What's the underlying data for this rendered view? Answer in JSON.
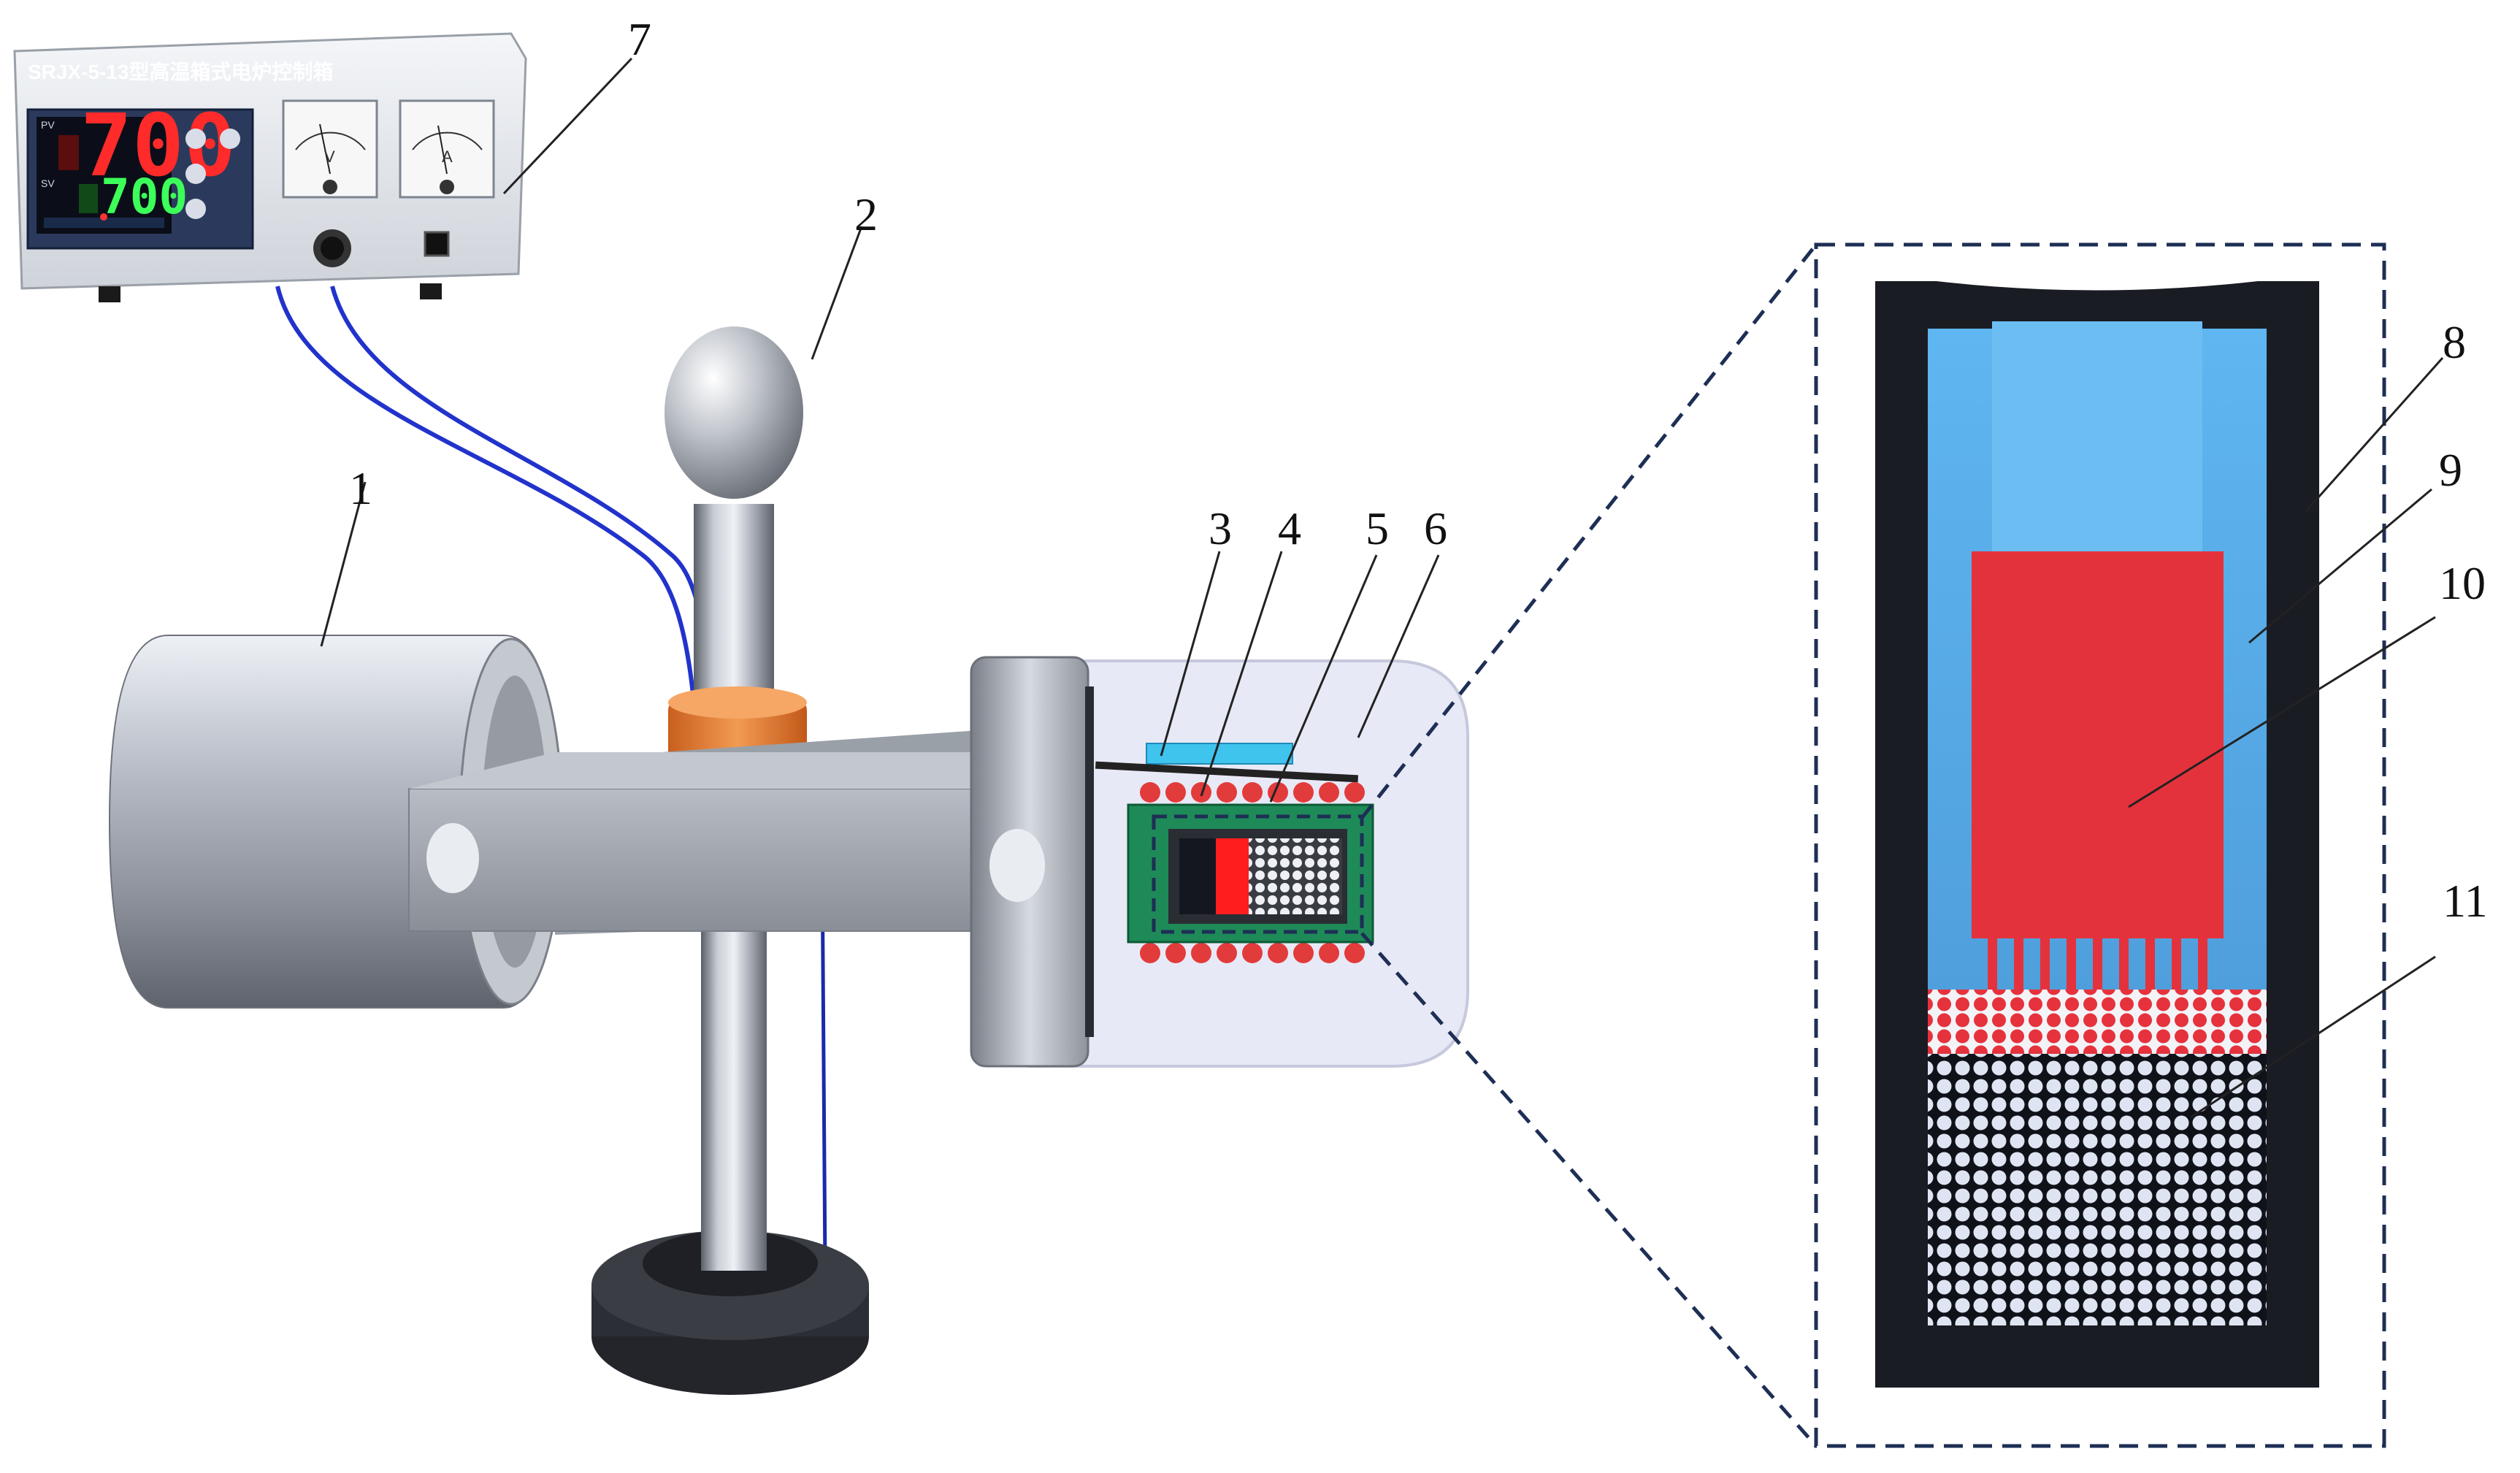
{
  "controller": {
    "title": "SRJX-5-13型高温箱式电炉控制箱",
    "pv_value": "700",
    "sv_value": "700",
    "pv_tag": "PV",
    "sv_tag": "SV",
    "meter_left_unit": "V",
    "meter_right_unit": "A"
  },
  "callouts": {
    "c1": "1",
    "c2": "2",
    "c3": "3",
    "c4": "4",
    "c5": "5",
    "c6": "6",
    "c7": "7",
    "c8": "8",
    "c9": "9",
    "c10": "10",
    "c11": "11"
  },
  "colors": {
    "zone_red": "#e4323c",
    "zone_blue": "#5aace8",
    "crucible_black": "#1a1c24",
    "tube_green": "#1e8a58",
    "heater_red": "#e23b3b",
    "orange_collar": "#e87a2e",
    "wire_blue": "#2233cc",
    "dashed_box": "#1e2f55"
  }
}
